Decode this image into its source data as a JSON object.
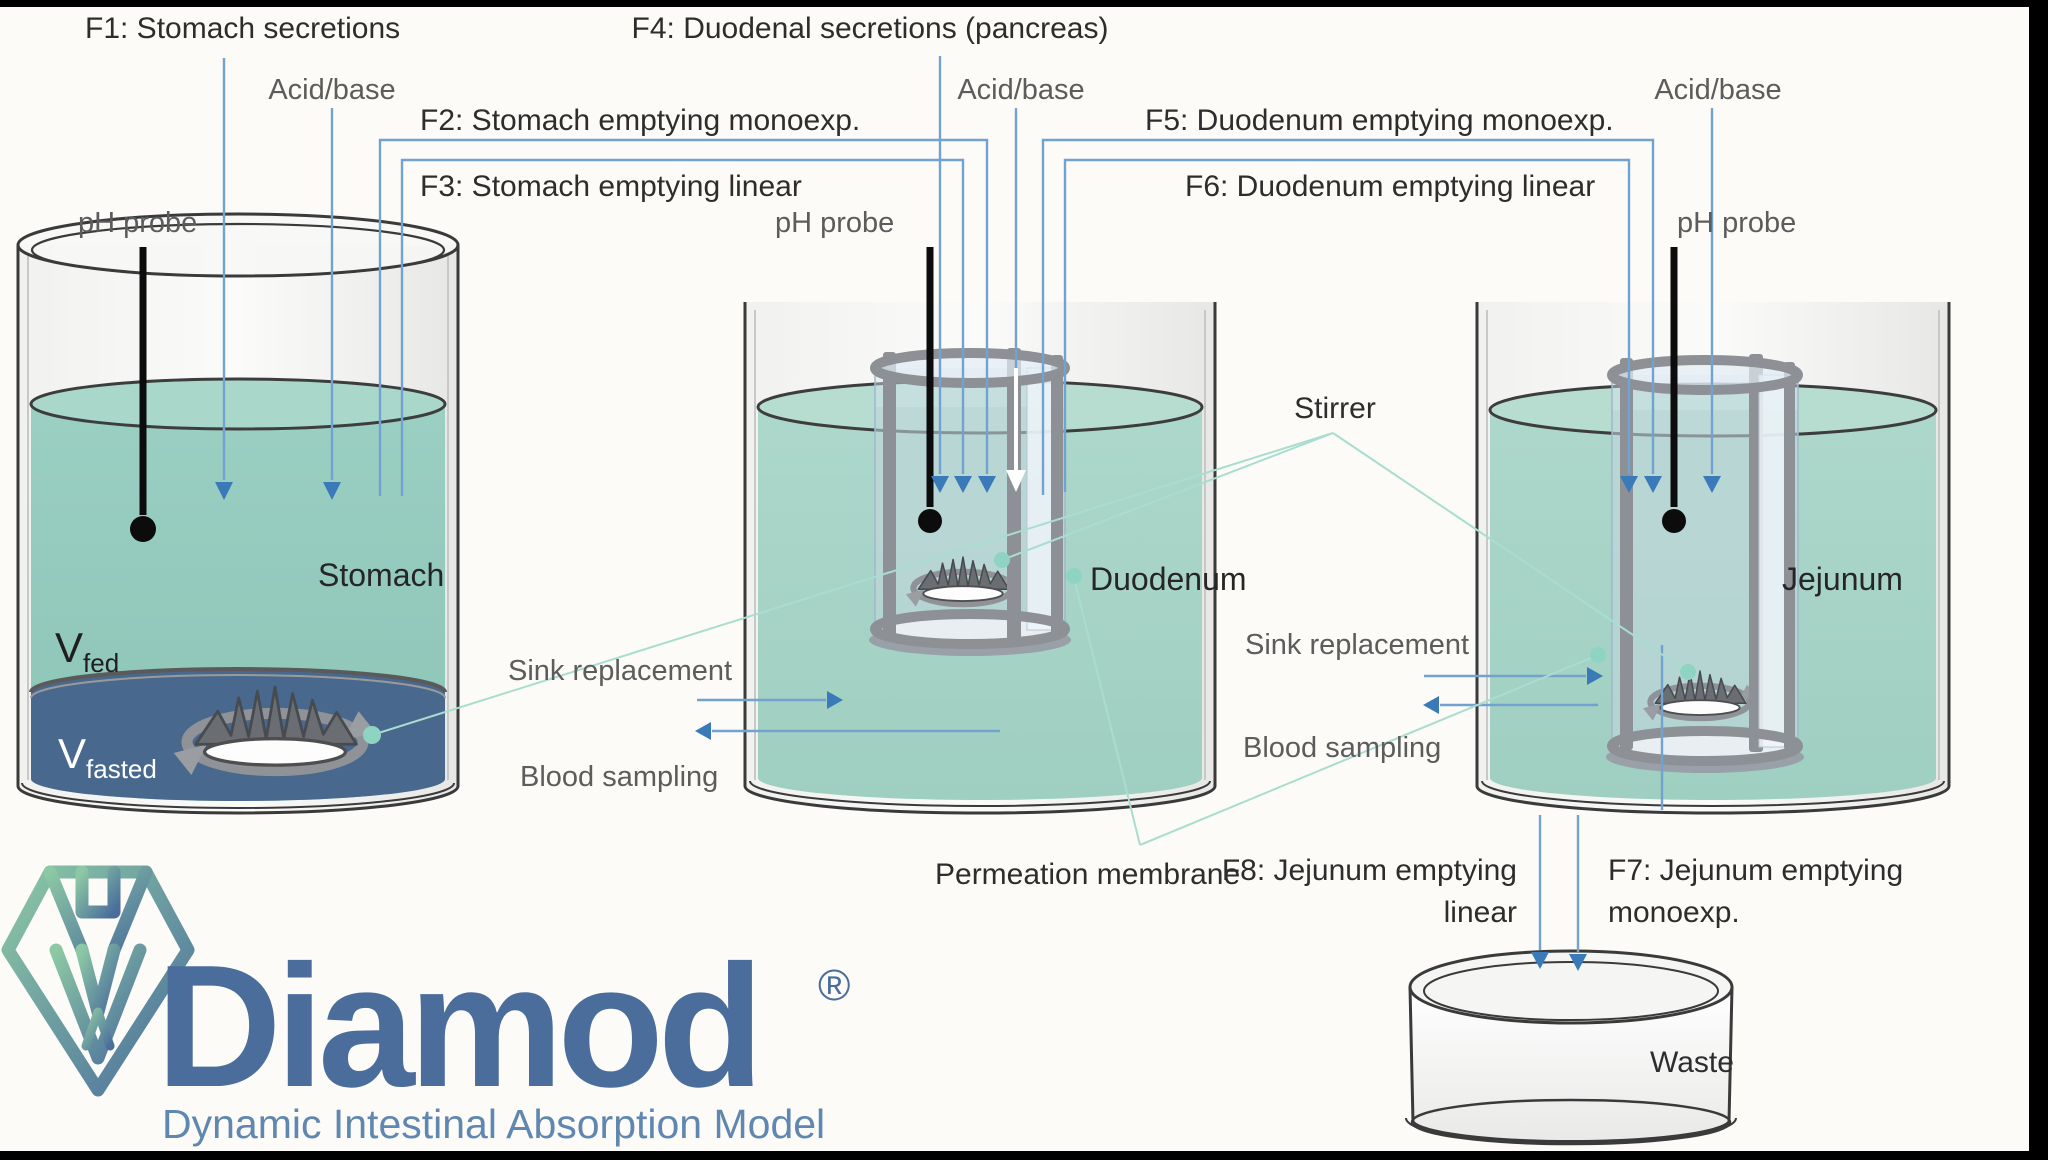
{
  "labels": {
    "f1": "F1: Stomach secretions",
    "f2": "F2: Stomach emptying monoexp.",
    "f3": "F3: Stomach emptying linear",
    "f4": "F4: Duodenal secretions (pancreas)",
    "f5": "F5: Duodenum emptying monoexp.",
    "f6": "F6: Duodenum emptying linear",
    "f7_line1": "F7: Jejunum emptying",
    "f7_line2": "monoexp.",
    "f8_line1": "F8: Jejunum emptying",
    "f8_line2": "linear",
    "acid_base_stomach": "Acid/base",
    "acid_base_duodenum": "Acid/base",
    "acid_base_jejunum": "Acid/base",
    "ph_probe_stomach": "pH probe",
    "ph_probe_duodenum": "pH probe",
    "ph_probe_jejunum": "pH probe",
    "stirrer": "Stirrer",
    "sink_replacement_duodenum": "Sink replacement",
    "blood_sampling_duodenum": "Blood sampling",
    "sink_replacement_jejunum": "Sink replacement",
    "blood_sampling_jejunum": "Blood sampling",
    "permeation_membrane": "Permeation membrane",
    "waste": "Waste"
  },
  "vessels": {
    "stomach": "Stomach",
    "duodenum": "Duodenum",
    "jejunum": "Jejunum"
  },
  "volumes": {
    "v_fed_base": "V",
    "fed_sub": "fed",
    "v_fasted_base": "V",
    "fasted_sub": "fasted"
  },
  "logo": {
    "name": "Diamod",
    "registered": "®",
    "subtitle": "Dynamic Intestinal Absorption Model"
  },
  "colors": {
    "liquid_teal_stomach": "#96ccbf",
    "liquid_teal_intestine": "#aad5c9",
    "fasted_layer_blue": "#49688e",
    "flow_line_blue": "#72a2cf",
    "arrow_blue": "#3b7ab8",
    "connector_teal": "#a9ddd0",
    "cage_gray": "#8d9196",
    "logo_blue": "#4a6d9c",
    "logo_green": "#8cc8a4",
    "subtitle_blue": "#5f87b0"
  }
}
